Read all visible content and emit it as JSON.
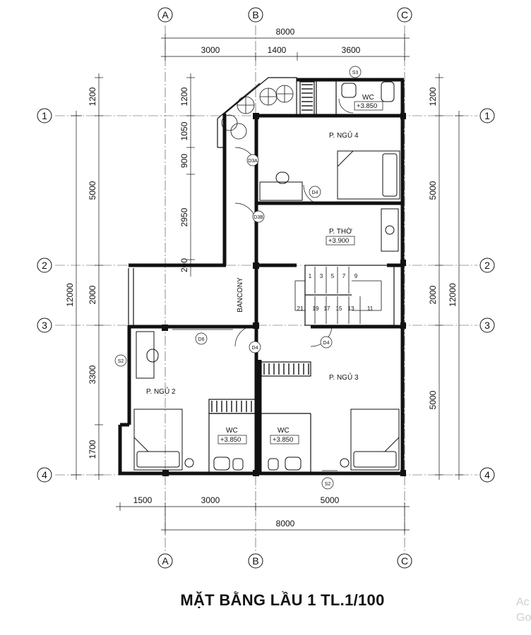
{
  "title": "MẶT BẰNG  LẦU 1  TL.1/100",
  "watermark": {
    "line1": "Ac",
    "line2": "Go"
  },
  "grid_axes": {
    "columns": [
      "A",
      "B",
      "C"
    ],
    "rows": [
      "1",
      "2",
      "3",
      "4"
    ]
  },
  "dimensions": {
    "top_overall": "8000",
    "top_segments": [
      "3000",
      "1400",
      "3600"
    ],
    "bottom_segments": [
      "1500",
      "3000",
      "5000"
    ],
    "bottom_overall": "8000",
    "left_overall": "12000",
    "left_segments": [
      "1200",
      "5000",
      "2000",
      "3300",
      "1700"
    ],
    "left_inner": [
      "1200",
      "1050",
      "900",
      "2950",
      "200"
    ],
    "right_segments": [
      "1200",
      "5000",
      "2000",
      "5000"
    ],
    "right_overall": "12000"
  },
  "rooms": {
    "bed4": "P. NGỦ 4",
    "worship": "P. THỜ",
    "worship_level": "+3.900",
    "balcony": "BANCONY",
    "bed2": "P. NGỦ 2",
    "bed3": "P. NGỦ 3",
    "wc": "WC",
    "wc_level": "+3.850"
  },
  "tags": {
    "d3a": "D3A",
    "d3b": "D3B",
    "d4": "D4",
    "d6": "D6",
    "s2": "S2",
    "s3": "S3"
  },
  "stair_numbers": [
    "1",
    "3",
    "5",
    "7",
    "9",
    "21",
    "19",
    "17",
    "15",
    "13",
    "11"
  ]
}
